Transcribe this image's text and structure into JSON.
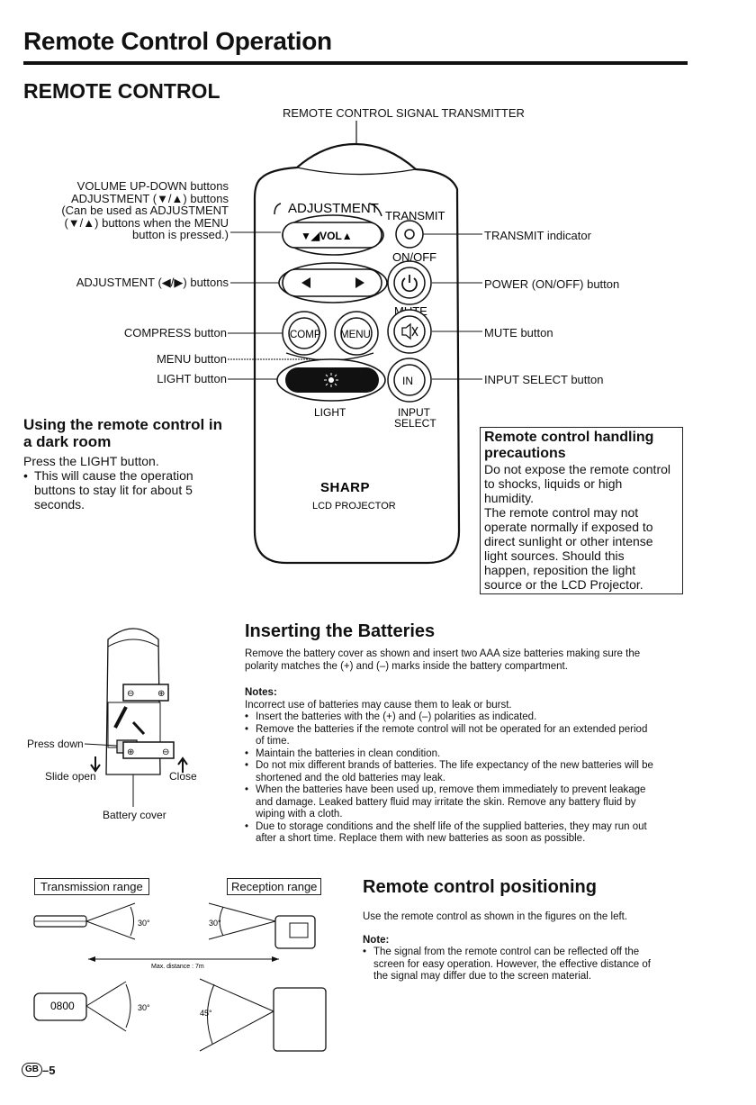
{
  "page": {
    "title": "Remote Control Operation",
    "section_title": "REMOTE CONTROL",
    "page_number": "GB-5",
    "page_badge": "GB",
    "page_num": "5"
  },
  "remote": {
    "transmitter_label": "REMOTE CONTROL SIGNAL TRANSMITTER",
    "left_labels": {
      "volume_1": "VOLUME UP-DOWN buttons",
      "volume_2": "ADJUSTMENT (▼/▲) buttons",
      "volume_3": "(Can be used as ADJUSTMENT",
      "volume_4": "(▼/▲) buttons when the MENU",
      "volume_5": "button is pressed.)",
      "adjustment_lr": "ADJUSTMENT (◀/▶) buttons",
      "compress": "COMPRESS button",
      "menu": "MENU button",
      "light": "LIGHT button"
    },
    "right_labels": {
      "transmit_indicator": "TRANSMIT indicator",
      "power": "POWER (ON/OFF) button",
      "mute": "MUTE button",
      "input_select": "INPUT SELECT button"
    },
    "body_text": {
      "adjustment": "ADJUSTMENT",
      "transmit": "TRANSMIT",
      "vol": "▼◢VOL▲",
      "onoff": "ON/OFF",
      "mute": "MUTE",
      "comp": "COMP",
      "menu": "MENU",
      "in": "IN",
      "light": "LIGHT",
      "input": "INPUT",
      "select": "SELECT",
      "brand": "SHARP",
      "product": "LCD PROJECTOR"
    }
  },
  "dark_room": {
    "heading_1": "Using the remote control in",
    "heading_2": "a dark room",
    "line_1": "Press the LIGHT button.",
    "bullet_1": "This will cause the operation",
    "bullet_2": "buttons to stay lit for about 5",
    "bullet_3": "seconds."
  },
  "precautions": {
    "heading_1": "Remote control handling",
    "heading_2": "precautions",
    "lines": [
      "Do not expose the remote control",
      "to shocks, liquids or high",
      "humidity.",
      "The remote control may not",
      "operate normally if exposed to",
      "direct sunlight or other intense",
      "light sources. Should this",
      "happen, reposition the light",
      "source or the LCD Projector."
    ]
  },
  "battery_figure": {
    "press_down": "Press down",
    "slide_open": "Slide open",
    "close": "Close",
    "battery_cover": "Battery cover"
  },
  "batteries": {
    "heading": "Inserting the Batteries",
    "intro_1": "Remove the battery cover as shown and insert two AAA size batteries making sure the",
    "intro_2": "polarity matches the (+) and (–) marks inside the battery compartment.",
    "notes_label": "Notes:",
    "notes_intro": "Incorrect use of batteries may cause them to leak or burst.",
    "notes": [
      [
        "Insert the batteries with the (+) and (–) polarities as indicated."
      ],
      [
        "Remove the batteries if the remote control will not be operated for an extended period",
        "of time."
      ],
      [
        "Maintain the batteries in clean condition."
      ],
      [
        "Do not mix different brands of batteries. The life expectancy of the new batteries will be",
        "shortened and the old batteries may leak."
      ],
      [
        "When the batteries have been used up, remove them immediately to prevent leakage",
        "and damage. Leaked battery fluid may irritate the skin. Remove any battery fluid by",
        "wiping with a cloth."
      ],
      [
        "Due to storage conditions and the shelf life of the supplied batteries, they may run out",
        "after a short time. Replace them with new batteries as soon as possible."
      ]
    ]
  },
  "range_figure": {
    "transmission_range": "Transmission range",
    "reception_range": "Reception range",
    "angle_30a": "30°",
    "angle_30b": "30°",
    "angle_30c": "30°",
    "angle_45": "45°",
    "max_distance": "Max. distance : 7m",
    "remote_display": "0800"
  },
  "positioning": {
    "heading": "Remote control positioning",
    "line_1": "Use the remote control as shown in the figures on the left.",
    "note_label": "Note:",
    "note_1": "The signal from the remote control can be reflected off the",
    "note_2": "screen for easy operation. However, the effective distance of",
    "note_3": "the signal may differ due to the screen material."
  }
}
